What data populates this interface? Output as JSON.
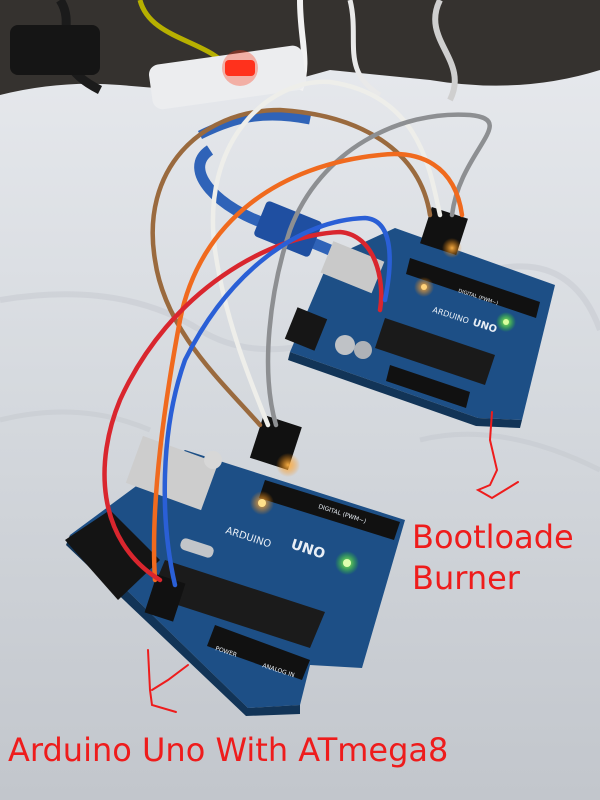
{
  "annotations": {
    "burner_label_line1": "Bootloade",
    "burner_label_line2": "Burner",
    "target_label": "Arduino Uno With ATmega8"
  },
  "boards": {
    "back": {
      "brand": "ARDUINO",
      "model": "UNO",
      "header_text": "DIGITAL (PWM~)"
    },
    "front": {
      "brand": "ARDUINO",
      "model": "UNO",
      "header_text": "DIGITAL (PWM~)",
      "power_text": "POWER",
      "analog_text": "ANALOG IN"
    }
  },
  "colors": {
    "annotation": "#ee1c1c",
    "board_blue": "#1d4f86",
    "wire_brown": "#9a6a3e",
    "wire_white": "#eeeeea",
    "wire_gray": "#8d8f92",
    "wire_orange": "#f06a1e",
    "wire_red": "#d9262e",
    "wire_blue": "#2a5fd6",
    "usb_cable": "#2f63b8",
    "power_switch": "#ff2b1c"
  }
}
